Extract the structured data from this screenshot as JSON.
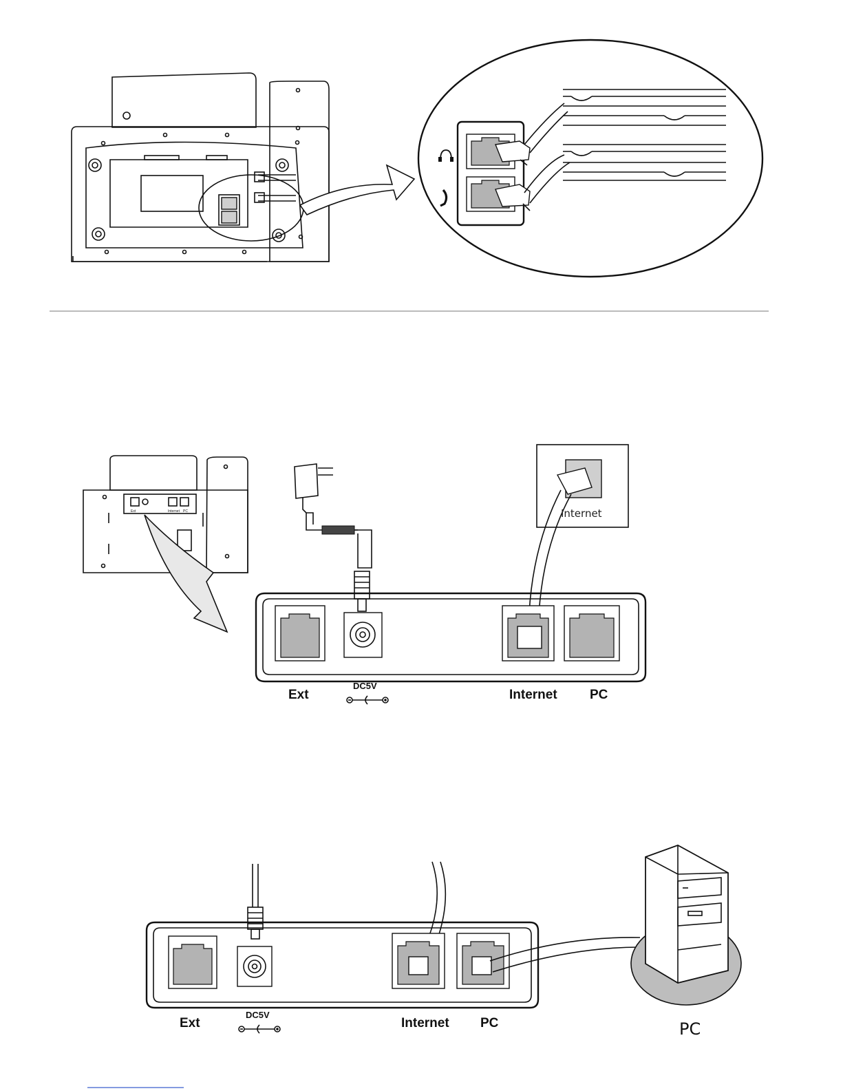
{
  "fig1": {
    "icons": [
      "headset-icon",
      "handset-icon"
    ]
  },
  "fig2": {
    "wall_label": "Internet",
    "ports": {
      "ext": "Ext",
      "dc": "DC5V",
      "internet": "Internet",
      "pc": "PC"
    },
    "mini_ports": [
      "Ext",
      "Internet",
      "PC"
    ]
  },
  "fig3": {
    "ports": {
      "ext": "Ext",
      "dc": "DC5V",
      "internet": "Internet",
      "pc": "PC"
    },
    "computer_label": "PC"
  }
}
